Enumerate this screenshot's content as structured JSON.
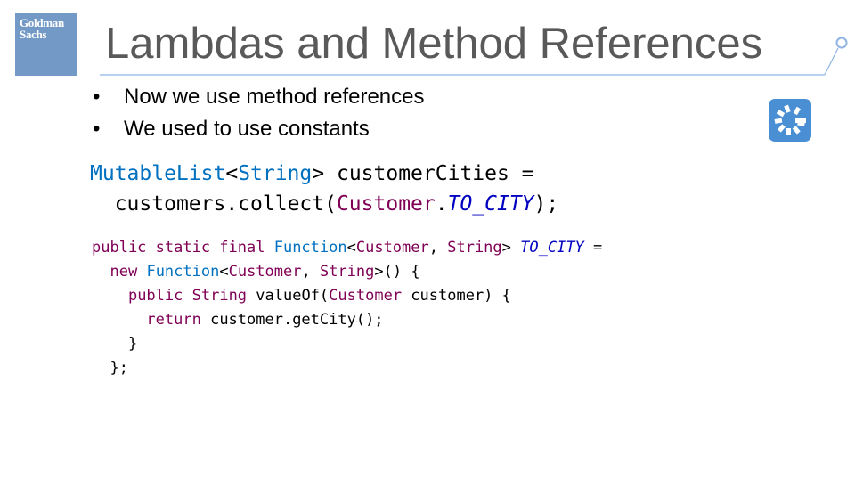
{
  "logo": {
    "line1": "Goldman",
    "line2": "Sachs"
  },
  "title": "Lambdas and Method References",
  "bullets": [
    {
      "marker": "•",
      "text": "Now we use method references"
    },
    {
      "marker": "•",
      "text": "We used to use constants"
    }
  ],
  "colors": {
    "logo_bg": "#7399c6",
    "title": "#595959",
    "title_rule": "#8eb4e3",
    "keyword": "#7f0055",
    "type": "#0070c0",
    "constant": "#0000c0",
    "icon_bg": "#4a8fd4"
  },
  "icons": {
    "collections_logo": "eclipse-collections-icon"
  },
  "code_top": {
    "l1": {
      "type": "MutableList",
      "lt": "<",
      "generic": "String",
      "rest": "> customerCities ="
    },
    "l2": {
      "indent": "  ",
      "pre": "customers.collect(",
      "cls": "Customer",
      "dot": ".",
      "const": "TO_CITY",
      "post": ");"
    }
  },
  "code_bottom": {
    "l1": {
      "kw": "public static final",
      "sp": " ",
      "type": "Function",
      "lt": "<",
      "g1": "Customer",
      "comma": ", ",
      "g2": "String",
      "gt": "> ",
      "const": "TO_CITY",
      "rest": " ="
    },
    "l2": {
      "indent": "  ",
      "kw": "new",
      "sp": " ",
      "type": "Function",
      "lt": "<",
      "g1": "Customer",
      "comma": ", ",
      "g2": "String",
      "rest": ">() {"
    },
    "l3": {
      "indent": "    ",
      "kw": "public",
      "sp": " ",
      "type": "String",
      "mid": " valueOf(",
      "cls": "Customer",
      "rest": " customer) {"
    },
    "l4": {
      "indent": "      ",
      "kw": "return",
      "rest": " customer.getCity();"
    },
    "l5": {
      "text": "    }"
    },
    "l6": {
      "text": "  };"
    }
  }
}
